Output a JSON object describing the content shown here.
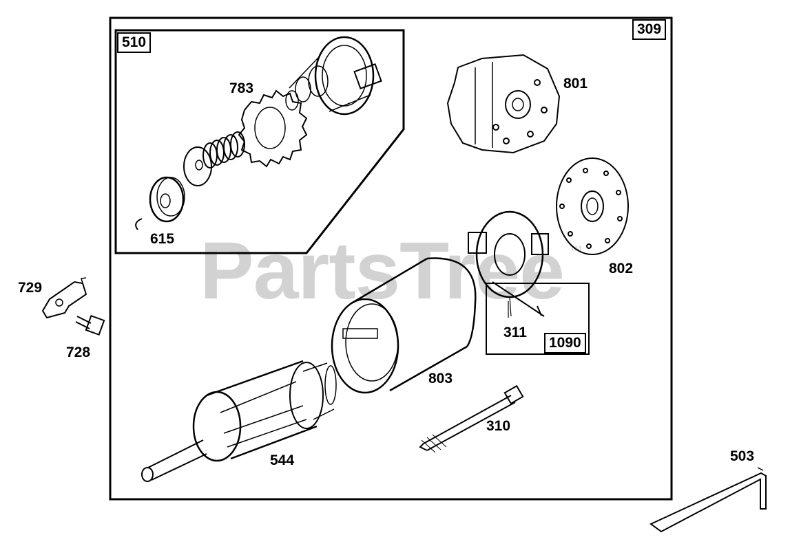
{
  "watermark": {
    "text": "PartsTree",
    "tm": "TM"
  },
  "labels": {
    "l309": "309",
    "l510": "510",
    "l783": "783",
    "l615": "615",
    "l801": "801",
    "l802": "802",
    "l311": "311",
    "l1090": "1090",
    "l803": "803",
    "l310": "310",
    "l544": "544",
    "l729": "729",
    "l728": "728",
    "l503": "503"
  }
}
